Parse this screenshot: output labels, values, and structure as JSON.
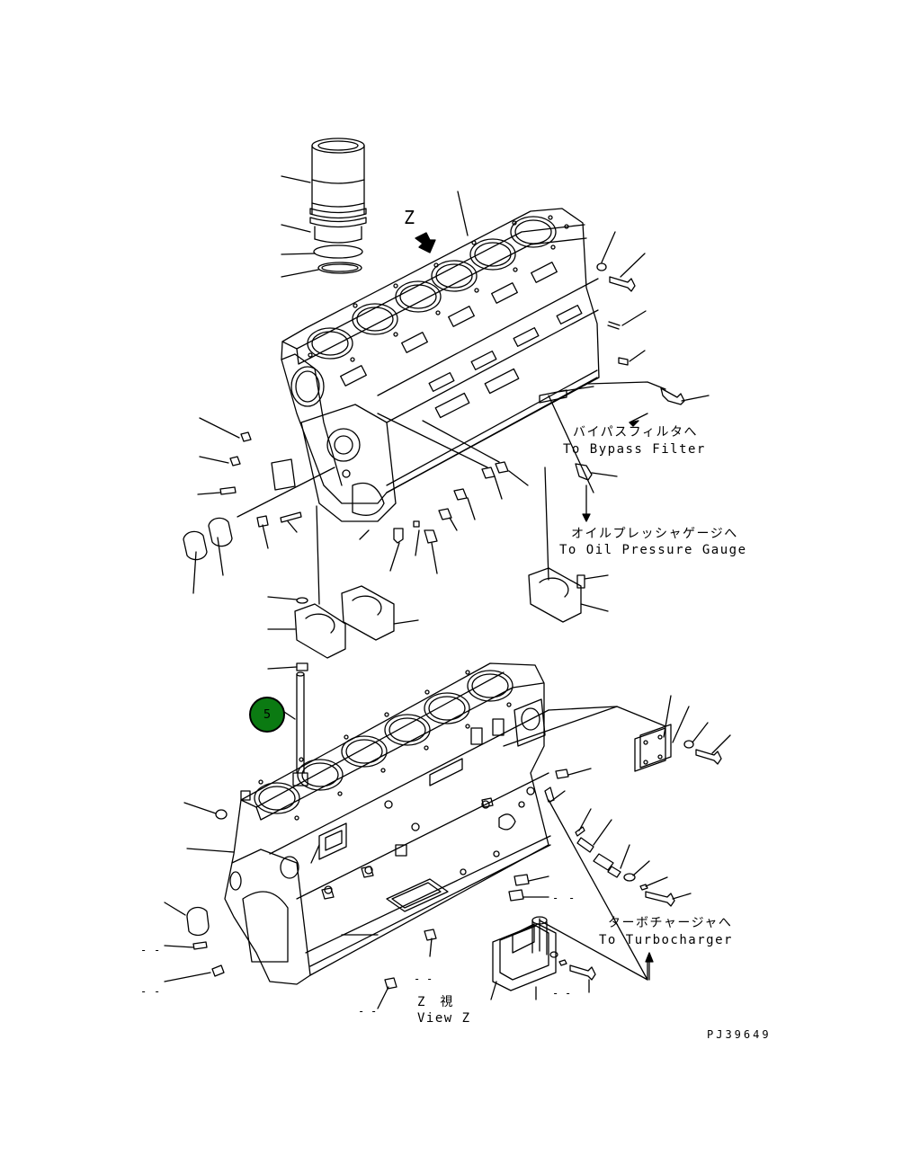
{
  "view_label": "Z",
  "callout": {
    "number": "5",
    "color": "#0b7a12"
  },
  "labels": {
    "bypass_jp": "バイパスフィルタへ",
    "bypass_en": "To Bypass Filter",
    "oil_jp": "オイルプレッシャゲージへ",
    "oil_en": "To Oil Pressure Gauge",
    "turbo_jp": "ターボチャージャへ",
    "turbo_en": "To Turbocharger",
    "viewz_jp": "Z　視",
    "viewz_en": "View Z",
    "drawing_code": "PJ39649"
  }
}
